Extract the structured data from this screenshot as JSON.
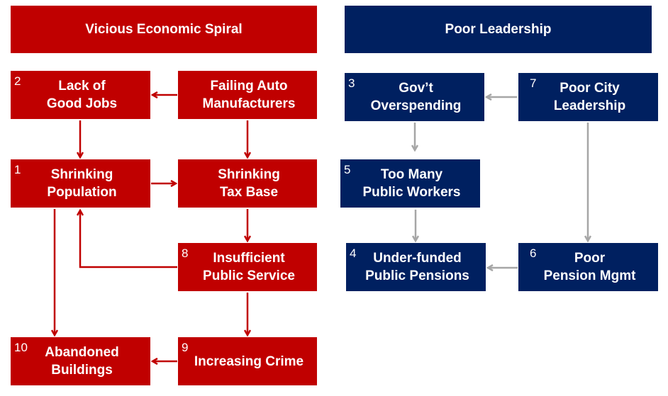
{
  "headers": {
    "left": "Vicious Economic Spiral",
    "right": "Poor Leadership"
  },
  "colors": {
    "red": "#C00000",
    "navy": "#002060",
    "grey_arrow": "#A6A6A6"
  },
  "nodes": {
    "lack_jobs": {
      "num": "2",
      "label": "Lack of\nGood Jobs"
    },
    "failing_auto": {
      "num": "",
      "label": "Failing Auto\nManufacturers"
    },
    "shrinking_pop": {
      "num": "1",
      "label": "Shrinking\nPopulation"
    },
    "tax_base": {
      "num": "",
      "label": "Shrinking\nTax Base"
    },
    "insufficient": {
      "num": "8",
      "label": "Insufficient\nPublic Service"
    },
    "abandoned": {
      "num": "10",
      "label": "Abandoned\nBuildings"
    },
    "crime": {
      "num": "9",
      "label": "Increasing Crime"
    },
    "overspending": {
      "num": "3",
      "label": "Gov’t\nOverspending"
    },
    "city_leadership": {
      "num": "7",
      "label": "Poor City\nLeadership"
    },
    "public_workers": {
      "num": "5",
      "label": "Too Many\nPublic Workers"
    },
    "pensions": {
      "num": "4",
      "label": "Under-funded\nPublic Pensions"
    },
    "pension_mgmt": {
      "num": "6",
      "label": "Poor\nPension Mgmt"
    }
  }
}
